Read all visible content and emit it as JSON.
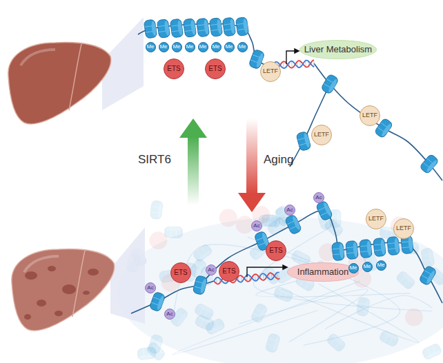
{
  "diagram": {
    "nodes": [
      {
        "text": [
          "Me"
        ]
      },
      {
        "text": [
          "Me"
        ]
      },
      {
        "text": [
          "Me"
        ]
      },
      {
        "text": [
          "Me"
        ]
      },
      {
        "text": [
          "Me"
        ]
      },
      {
        "text": [
          "Me"
        ]
      },
      {
        "text": [
          "Me"
        ]
      },
      {
        "text": [
          "Me"
        ]
      },
      {
        "text": [
          "ETS"
        ]
      },
      {
        "text": [
          "ETS"
        ]
      },
      {
        "text": [
          "LETF"
        ]
      },
      {
        "text": [
          "Liver Metabolism"
        ]
      },
      {
        "text": [
          "LETF"
        ]
      },
      {
        "text": [
          "LETF"
        ]
      },
      {
        "text": [
          "Ac"
        ]
      },
      {
        "text": [
          "Ac"
        ]
      },
      {
        "text": [
          "Ac"
        ]
      },
      {
        "text": [
          "Ac"
        ]
      },
      {
        "text": [
          "Ac"
        ]
      },
      {
        "text": [
          "Ac"
        ]
      },
      {
        "text": [
          "ETS"
        ]
      },
      {
        "text": [
          "ETS"
        ]
      },
      {
        "text": [
          "ETS"
        ]
      },
      {
        "text": [
          "Inflammation"
        ]
      },
      {
        "text": [
          "LETF"
        ]
      },
      {
        "text": [
          "LETF"
        ]
      },
      {
        "text": [
          "Me"
        ]
      },
      {
        "text": [
          "Me"
        ]
      },
      {
        "text": [
          "Me"
        ]
      }
    ],
    "labels": [
      "SIRT6",
      "Aging"
    ]
  }
}
